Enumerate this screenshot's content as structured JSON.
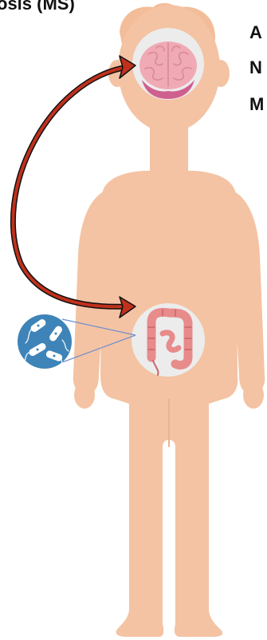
{
  "header": {
    "title": "osis (MS)"
  },
  "side_letters": [
    "A",
    "N",
    "M"
  ],
  "colors": {
    "skin": "#f4c3a3",
    "skin_shadow": "#eab391",
    "hair": "#f2bd98",
    "arrow_fill": "#c0311c",
    "arrow_outline": "#111111",
    "inset_circle": "#ececec",
    "brain": "#f0aab5",
    "brain_folds": "#d88a97",
    "brain_base": "#cf5f8e",
    "intestine": "#e88b8b",
    "intestine_dark": "#c9656b",
    "bacteria_circle": "#3e84b8",
    "connector_line": "#6f8fcf"
  },
  "icons": {
    "brain": "brain-icon",
    "intestine": "intestine-icon",
    "bacteria": "bacteria-icon",
    "arrow": "gut-brain-arrow"
  }
}
